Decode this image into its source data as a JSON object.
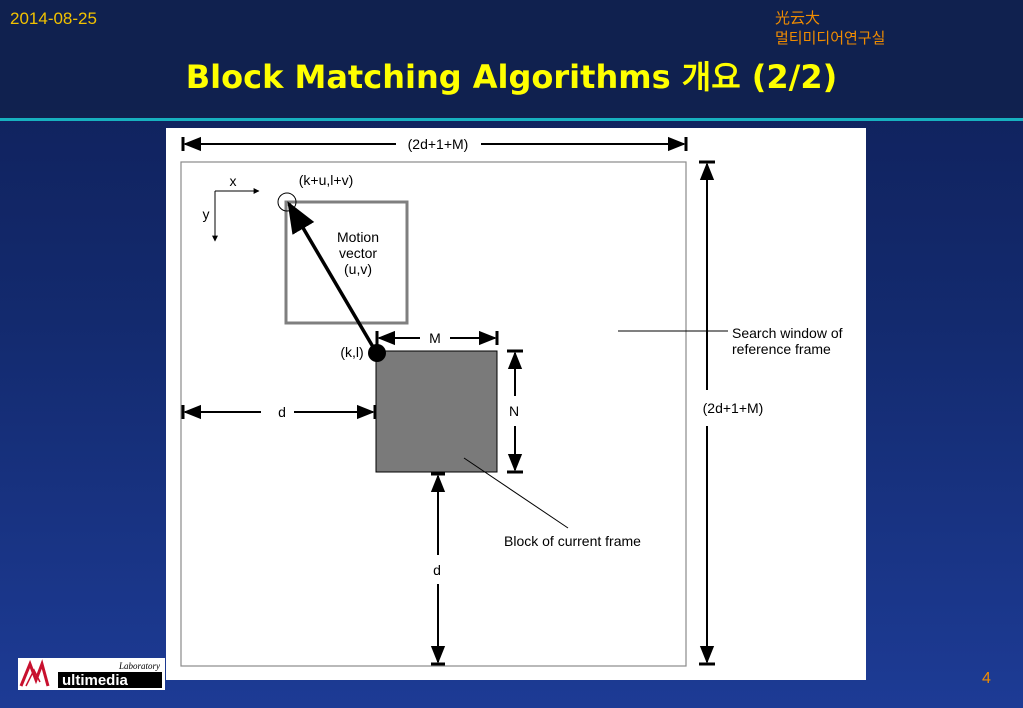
{
  "header": {
    "date": "2014-08-25",
    "org_line1": "光云大",
    "org_line2": "멀티미디어연구실",
    "title": "Block Matching Algorithms 개요 (2/2)"
  },
  "diagram": {
    "top_dim": "(2d+1+M)",
    "right_dim": "(2d+1+M)",
    "axis_x": "x",
    "axis_y": "y",
    "point_kv": "(k+u,l+v)",
    "motion_line1": "Motion",
    "motion_line2": "vector",
    "motion_line3": "(u,v)",
    "point_kl": "(k,l)",
    "label_M": "M",
    "label_N": "N",
    "label_d_left": "d",
    "label_d_bottom": "d",
    "search_line1": "Search window of",
    "search_line2": "reference frame",
    "block_label": "Block of current frame"
  },
  "logo": {
    "top_text": "Laboratory",
    "main_text": "ultimedia",
    "accent_color": "#c8102e"
  },
  "footer": {
    "page_number": "4"
  },
  "colors": {
    "date": "#f2c200",
    "org": "#f08c00",
    "title": "#ffff00",
    "divider": "#17b1bf",
    "block_fill": "#7a7a7a",
    "motion_box": "#7f7f7f"
  }
}
